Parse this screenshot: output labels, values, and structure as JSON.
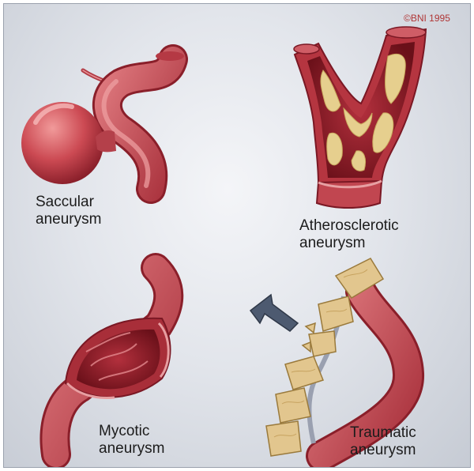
{
  "copyright": "©BNI 1995",
  "labels": {
    "saccular": [
      "Saccular",
      "aneurysm"
    ],
    "atherosclerotic": [
      "Atherosclerotic",
      "aneurysm"
    ],
    "mycotic": [
      "Mycotic",
      "aneurysm"
    ],
    "traumatic": [
      "Traumatic",
      "aneurysm"
    ]
  },
  "colors": {
    "vessel": "#c8474f",
    "vessel_dark": "#8a1f2a",
    "vessel_light": "#e88e90",
    "plaque": "#e6cf8e",
    "bone": "#e2c68e",
    "arrow": "#4d5a70"
  }
}
